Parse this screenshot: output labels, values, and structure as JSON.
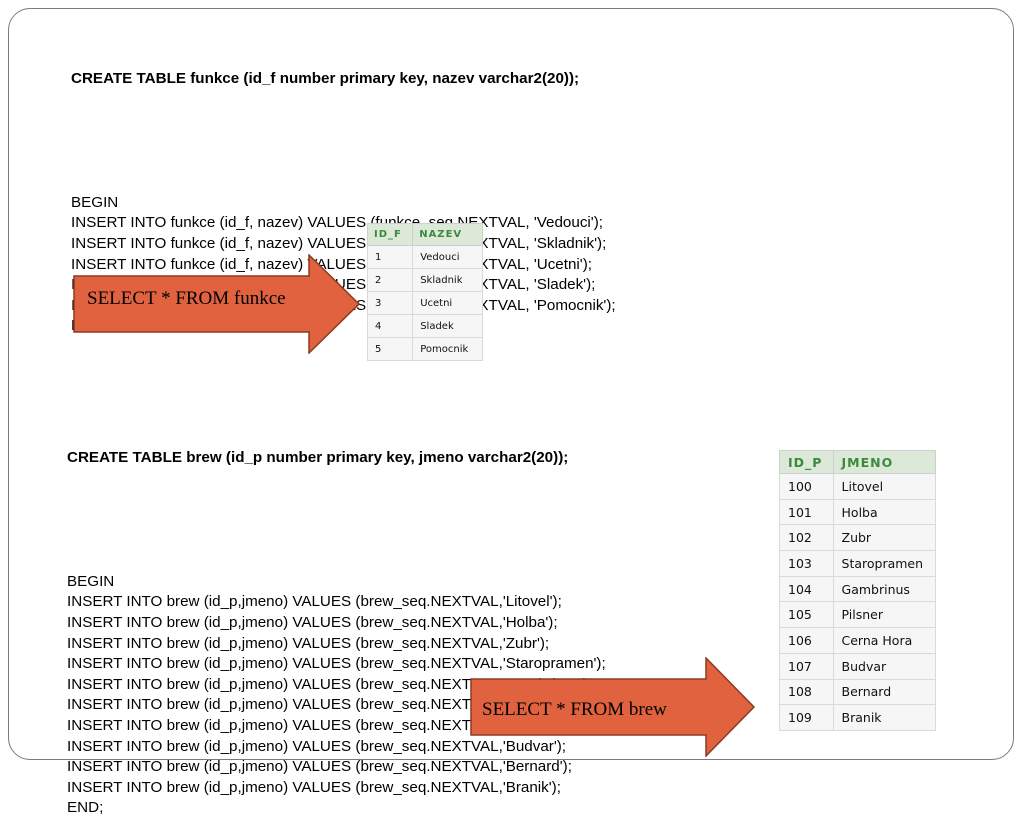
{
  "block1": {
    "create": "CREATE TABLE funkce (id_f number primary key, nazev varchar2(20));",
    "lines": [
      "BEGIN",
      "INSERT INTO funkce (id_f, nazev) VALUES (funkce_seq.NEXTVAL, 'Vedouci');",
      "INSERT INTO funkce (id_f, nazev) VALUES (funkce_seq.NEXTVAL, 'Skladnik');",
      "INSERT INTO funkce (id_f, nazev) VALUES (funkce_seq.NEXTVAL, 'Ucetni');",
      "INSERT INTO funkce (id_f, nazev) VALUES (funkce_seq.NEXTVAL, 'Sladek');",
      "INSERT INTO funkce (id_f, nazev) VALUES (funkce_seq.NEXTVAL, 'Pomocnik');",
      "END;"
    ],
    "arrow_label": "SELECT * FROM funkce",
    "table": {
      "headers": [
        "ID_F",
        "NAZEV"
      ],
      "rows": [
        [
          "1",
          "Vedouci"
        ],
        [
          "2",
          "Skladnik"
        ],
        [
          "3",
          "Ucetni"
        ],
        [
          "4",
          "Sladek"
        ],
        [
          "5",
          "Pomocnik"
        ]
      ]
    }
  },
  "block2": {
    "create": "CREATE TABLE brew (id_p number primary key, jmeno varchar2(20));",
    "lines": [
      "BEGIN",
      "INSERT INTO brew (id_p,jmeno) VALUES (brew_seq.NEXTVAL,'Litovel');",
      "INSERT INTO brew (id_p,jmeno) VALUES (brew_seq.NEXTVAL,'Holba');",
      "INSERT INTO brew (id_p,jmeno) VALUES (brew_seq.NEXTVAL,'Zubr');",
      "INSERT INTO brew (id_p,jmeno) VALUES (brew_seq.NEXTVAL,'Staropramen');",
      "INSERT INTO brew (id_p,jmeno) VALUES (brew_seq.NEXTVAL,'Gambrinus');",
      "INSERT INTO brew (id_p,jmeno) VALUES (brew_seq.NEXTVAL,'Pilsner');",
      "INSERT INTO brew (id_p,jmeno) VALUES (brew_seq.NEXTVAL,'Cerna Hora');",
      "INSERT INTO brew (id_p,jmeno) VALUES (brew_seq.NEXTVAL,'Budvar');",
      "INSERT INTO brew (id_p,jmeno) VALUES (brew_seq.NEXTVAL,'Bernard');",
      "INSERT INTO brew (id_p,jmeno) VALUES (brew_seq.NEXTVAL,'Branik');",
      "END;"
    ],
    "arrow_label": "SELECT * FROM brew",
    "table": {
      "headers": [
        "ID_P",
        "JMENO"
      ],
      "rows": [
        [
          "100",
          "Litovel"
        ],
        [
          "101",
          "Holba"
        ],
        [
          "102",
          "Zubr"
        ],
        [
          "103",
          "Staropramen"
        ],
        [
          "104",
          "Gambrinus"
        ],
        [
          "105",
          "Pilsner"
        ],
        [
          "106",
          "Cerna Hora"
        ],
        [
          "107",
          "Budvar"
        ],
        [
          "108",
          "Bernard"
        ],
        [
          "109",
          "Branik"
        ]
      ]
    }
  },
  "colors": {
    "arrow_fill": "#e0623f",
    "arrow_stroke": "#8a3a24",
    "header_bg": "#dce8d8",
    "header_text": "#3c8a3c",
    "frame": "#7a7a7a"
  }
}
